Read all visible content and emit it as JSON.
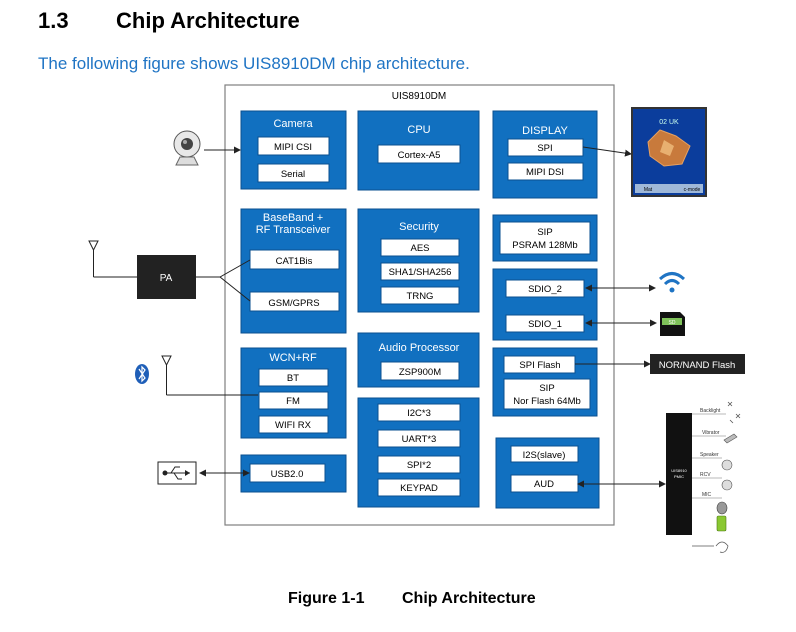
{
  "heading": {
    "number": "1.3",
    "title": "Chip Architecture"
  },
  "intro": "The following figure shows UIS8910DM chip architecture.",
  "chip": {
    "name": "UIS8910DM"
  },
  "blocks": {
    "camera": {
      "title": "Camera",
      "items": [
        "MIPI CSI",
        "Serial"
      ]
    },
    "cpu": {
      "title": "CPU",
      "items": [
        "Cortex-A5"
      ]
    },
    "display": {
      "title": "DISPLAY",
      "items": [
        "SPI",
        "MIPI DSI"
      ]
    },
    "baseband": {
      "title": "BaseBand +",
      "title2": "RF Transceiver",
      "items": [
        "CAT1Bis",
        "GSM/GPRS"
      ]
    },
    "security": {
      "title": "Security",
      "items": [
        "AES",
        "SHA1/SHA256",
        "TRNG"
      ]
    },
    "sip_psram": {
      "title": "SIP",
      "subtitle": "PSRAM 128Mb"
    },
    "sdio": {
      "items": [
        "SDIO_2",
        "SDIO_1"
      ]
    },
    "wcn": {
      "title": "WCN+RF",
      "items": [
        "BT",
        "FM",
        "WIFI RX"
      ]
    },
    "audio": {
      "title": "Audio Processor",
      "items": [
        "ZSP900M"
      ]
    },
    "spiflash": {
      "items": [
        "SPI Flash"
      ],
      "sip": "SIP",
      "nor": "Nor Flash 64Mb"
    },
    "periph": {
      "items": [
        "I2C*3",
        "UART*3",
        "SPI*2",
        "KEYPAD"
      ]
    },
    "usb": {
      "items": [
        "USB2.0"
      ]
    },
    "i2s": {
      "items": [
        "I2S(slave)",
        "AUD"
      ]
    }
  },
  "external": {
    "pa": "PA",
    "nor_nand": "NOR/NAND Flash",
    "pmic_chip": "UIS8910",
    "pmic_sub": "PMIC",
    "pmic_labels": [
      "Backlight",
      "Vibrator",
      "Speaker",
      "RCV",
      "MIC"
    ],
    "phone_screen_text": "02 UK",
    "phone_softkeys": [
      "Mat",
      "c-mode"
    ],
    "sd_label": "SD"
  },
  "caption": {
    "figure": "Figure 1-1",
    "title": "Chip Architecture"
  },
  "colors": {
    "block_blue": "#1170c0",
    "block_border": "#0a4f8f",
    "heading_blue": "#1f74c4",
    "chip_border": "#7f7f7f",
    "pa_black": "#222222"
  },
  "icons": [
    "webcam-icon",
    "antenna-icon",
    "bluetooth-icon",
    "usb-icon",
    "wifi-icon",
    "sd-card-icon",
    "phone-display-icon",
    "pmic-peripherals-icon"
  ]
}
